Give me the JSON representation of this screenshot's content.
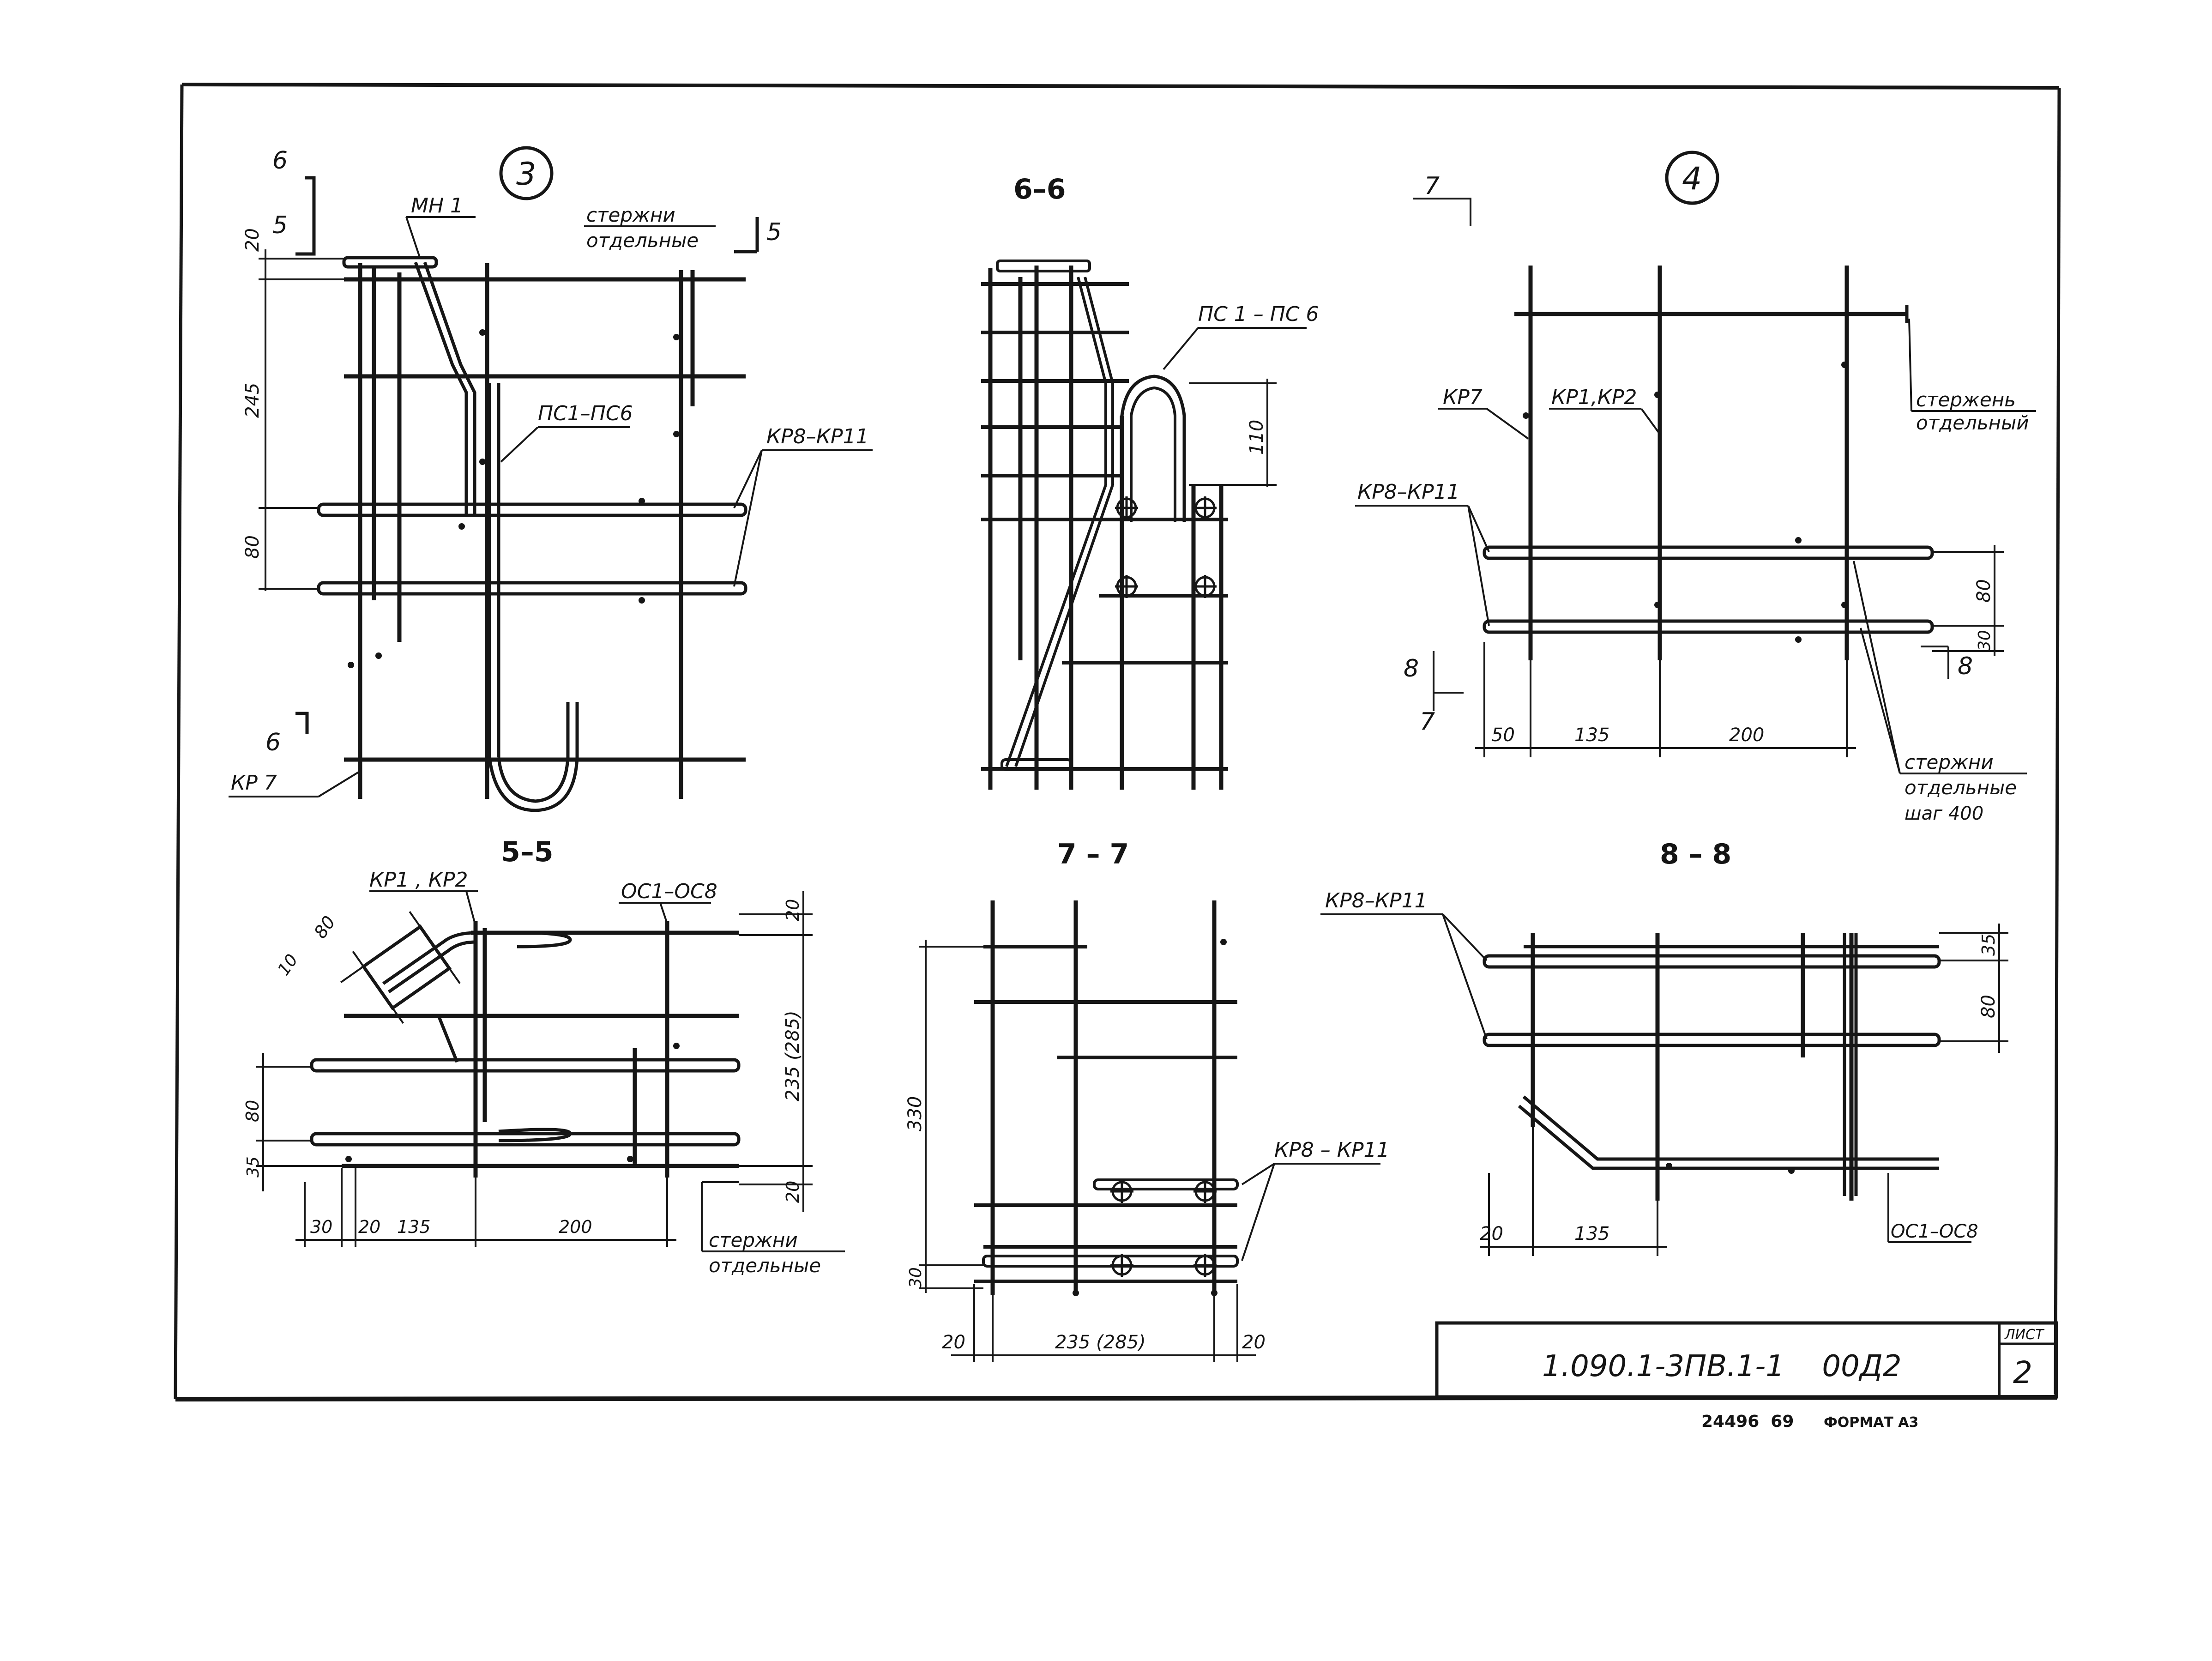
{
  "sheet": {
    "code": "1.090.1-3ПВ.1-1    00Д2",
    "sheet_label": "ЛИСТ",
    "sheet_number": "2",
    "footer_number": "24496  69",
    "footer_format": "ФОРМАТ А3"
  },
  "detail3": {
    "circle": "3",
    "cut6_top": "6",
    "cut6_bottom": "6",
    "cut5_left": "5",
    "cut5_right": "5",
    "label_mn": "МН 1",
    "label_rods_1": "стержни",
    "label_rods_2": "отдельные",
    "label_ps": "ПС1–ПС6",
    "label_kr8": "КР8–КР11",
    "label_kr7": "КР 7",
    "dim_20": "20",
    "dim_245": "245",
    "dim_80": "80"
  },
  "section66": {
    "title": "6–6",
    "label_ps": "ПС 1 – ПС 6",
    "dim_110": "110"
  },
  "detail4": {
    "circle": "4",
    "cut7_top": "7",
    "cut7_bottom": "7",
    "cut8_left": "8",
    "cut8_right": "8",
    "label_kr7": "КР7",
    "label_kr12": "КР1,КР2",
    "label_rod_1": "стержень",
    "label_rod_2": "отдельный",
    "label_kr8": "КР8–КР11",
    "label_rods_1": "стержни",
    "label_rods_2": "отдельные",
    "label_rods_3": "шаг 400",
    "dim_80": "80",
    "dim_30": "30",
    "dim_50": "50",
    "dim_135": "135",
    "dim_200": "200"
  },
  "section55": {
    "title": "5–5",
    "label_kr12": "КР1 , КР2",
    "label_os": "ОС1–ОС8",
    "dim_10": "10",
    "dim_80a": "80",
    "dim_20a": "20",
    "dim_235": "235 (285)",
    "dim_20b": "20",
    "dim_80b": "80",
    "dim_35": "35",
    "dim_30": "30",
    "dim_20c": "20",
    "dim_135": "135",
    "dim_200": "200",
    "label_rods_1": "стержни",
    "label_rods_2": "отдельные"
  },
  "section77": {
    "title": "7 – 7",
    "label_kr8": "КР8 – КР11",
    "dim_330": "330",
    "dim_30": "30",
    "dim_20a": "20",
    "dim_235": "235 (285)",
    "dim_20b": "20"
  },
  "section88": {
    "title": "8 – 8",
    "label_kr8": "КР8–КР11",
    "label_os": "ОС1–ОС8",
    "dim_35": "35",
    "dim_80": "80",
    "dim_20": "20",
    "dim_135": "135"
  }
}
